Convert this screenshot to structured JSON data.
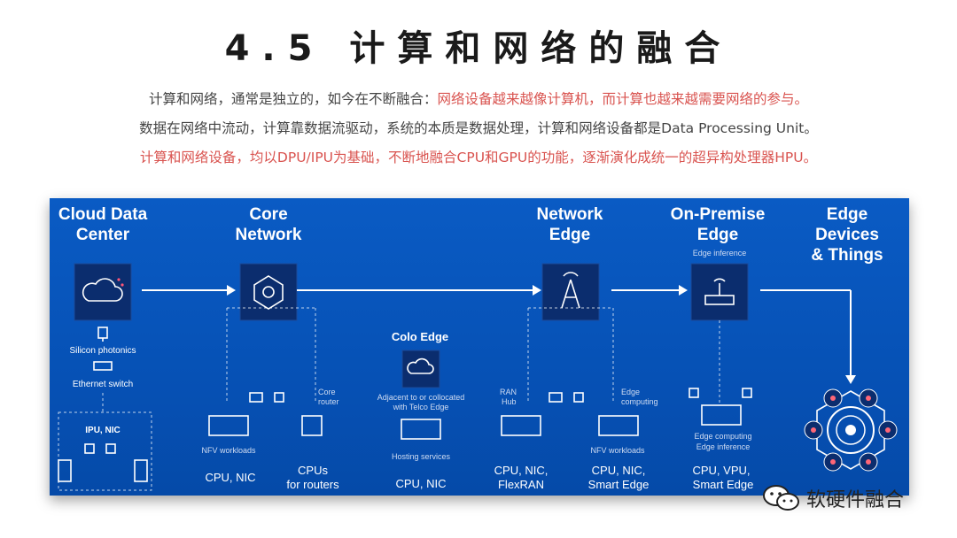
{
  "title": "4.5 计算和网络的融合",
  "lines": {
    "l1_dark": "计算和网络，通常是独立的，如今在不断融合：",
    "l1_red": "网络设备越来越像计算机，而计算也越来越需要网络的参与。",
    "l2": "数据在网络中流动，计算靠数据流驱动，系统的本质是数据处理，计算和网络设备都是Data Processing Unit。",
    "l3": "计算和网络设备，均以DPU/IPU为基础，不断地融合CPU和GPU的功能，逐渐演化成统一的超异构处理器HPU。"
  },
  "diagram": {
    "cloud": {
      "h1": "Cloud Data",
      "h2": "Center",
      "silicon": "Silicon photonics",
      "ethernet": "Ethernet switch",
      "ipu": "IPU, NIC"
    },
    "core": {
      "h1": "Core",
      "h2": "Network",
      "nfv": "NFV workloads",
      "router1": "Core",
      "router2": "router",
      "cpu": "CPU, NIC",
      "cpus1": "CPUs",
      "cpus2": "for routers"
    },
    "colo": {
      "h": "Colo Edge",
      "adj1": "Adjacent to or collocated",
      "adj2": "with Telco Edge",
      "hosting": "Hosting services",
      "cpu": "CPU, NIC"
    },
    "netedge": {
      "h1": "Network",
      "h2": "Edge",
      "ran1": "RAN",
      "ran2": "Hub",
      "edgec1": "Edge",
      "edgec2": "computing",
      "nfv": "NFV workloads",
      "cpu1a": "CPU, NIC,",
      "cpu1b": "FlexRAN",
      "cpu2a": "CPU, NIC,",
      "cpu2b": "Smart Edge"
    },
    "onprem": {
      "h1": "On-Premise",
      "h2": "Edge",
      "inference": "Edge inference",
      "comp1": "Edge computing",
      "comp2": "Edge inference",
      "cpu1": "CPU, VPU,",
      "cpu2": "Smart Edge"
    },
    "things": {
      "h1": "Edge",
      "h2": "Devices",
      "h3": "& Things"
    }
  },
  "watermark": "软硬件融合",
  "colors": {
    "panel": "#0651b5",
    "red": "#d9534f",
    "text": "#444444"
  }
}
